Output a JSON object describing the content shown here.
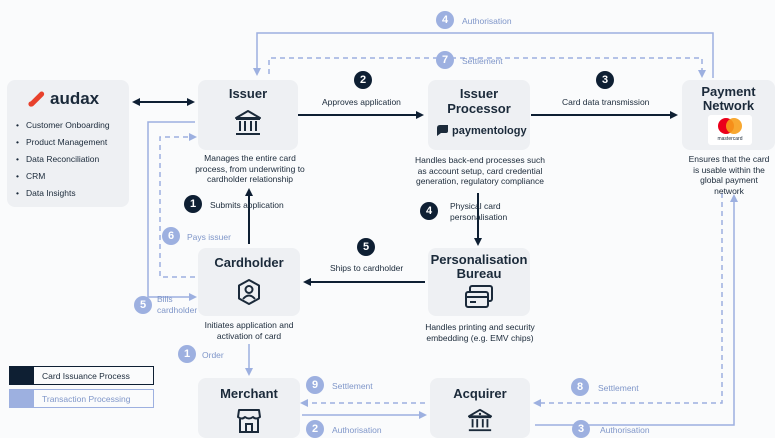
{
  "audax": {
    "logo_text": "audax",
    "items": [
      "Customer Onboarding",
      "Product Management",
      "Data Reconciliation",
      "CRM",
      "Data Insights"
    ]
  },
  "issuer": {
    "title": "Issuer",
    "desc": "Manages the entire card process, from underwriting to cardholder relationship"
  },
  "processor": {
    "title_line1": "Issuer",
    "title_line2": "Processor",
    "brand": "paymentology",
    "desc": "Handles back-end processes such as account setup, card credential generation, regulatory compliance"
  },
  "network": {
    "title_line1": "Payment",
    "title_line2": "Network",
    "brand": "mastercard",
    "desc": "Ensures that the card is usable within the global payment network"
  },
  "cardholder": {
    "title": "Cardholder",
    "desc": "Initiates application and activation of card"
  },
  "bureau": {
    "title_line1": "Personalisation",
    "title_line2": "Bureau",
    "desc": "Handles printing and security embedding (e.g. EMV chips)"
  },
  "merchant": {
    "title": "Merchant"
  },
  "acquirer": {
    "title": "Acquirer"
  },
  "steps": {
    "s1": {
      "num": "1",
      "label": "Submits application"
    },
    "s2": {
      "num": "2",
      "label": "Approves application"
    },
    "s3": {
      "num": "3",
      "label": "Card data transmission"
    },
    "s4": {
      "num": "4",
      "label_line1": "Physical card",
      "label_line2": "personalisation"
    },
    "s5": {
      "num": "5",
      "label": "Ships to cardholder"
    }
  },
  "tx_steps": {
    "t1": {
      "num": "1",
      "label": "Order"
    },
    "t2": {
      "num": "2",
      "label": "Authorisation"
    },
    "t3": {
      "num": "3",
      "label": "Authorisation"
    },
    "t4": {
      "num": "4",
      "label": "Authorisation"
    },
    "t5": {
      "num": "5",
      "label_line1": "Bills",
      "label_line2": "cardholder"
    },
    "t6": {
      "num": "6",
      "label": "Pays issuer"
    },
    "t7": {
      "num": "7",
      "label": "Settlement"
    },
    "t8": {
      "num": "8",
      "label": "Settlement"
    },
    "t9": {
      "num": "9",
      "label": "Settlement"
    }
  },
  "legend": {
    "card_issuance": "Card Issuance Process",
    "transaction": "Transaction Processing"
  },
  "colors": {
    "dark": "#0e1f33",
    "light": "#9db0e0",
    "card_bg": "#eef0f3",
    "audax_red": "#e8412c",
    "mc_red": "#eb001b",
    "mc_orange": "#f79e1b"
  }
}
